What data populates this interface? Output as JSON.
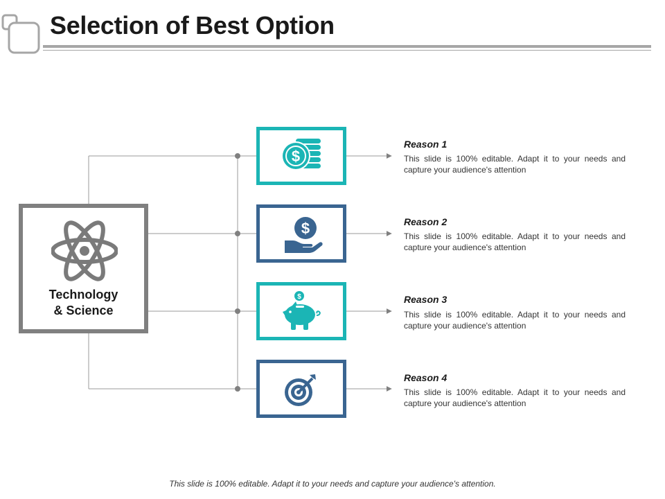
{
  "slide": {
    "title": "Selection of Best Option",
    "footer": "This slide is 100% editable. Adapt it to your needs and capture your audience's attention."
  },
  "center": {
    "label_line1": "Technology",
    "label_line2": "& Science",
    "icon": "atom-icon"
  },
  "reasons": [
    {
      "title": "Reason 1",
      "description": "This slide is 100% editable. Adapt it to your needs and capture your audience's attention",
      "icon": "coins-icon",
      "border_color": "#1bb5b5"
    },
    {
      "title": "Reason 2",
      "description": "This slide is 100% editable. Adapt it to your needs and capture your audience's attention",
      "icon": "money-hand-icon",
      "border_color": "#3a6591"
    },
    {
      "title": "Reason 3",
      "description": "This slide is 100% editable. Adapt it to your needs and capture your audience's attention",
      "icon": "piggy-bank-icon",
      "border_color": "#1bb5b5"
    },
    {
      "title": "Reason 4",
      "description": "This slide is 100% editable. Adapt it to your needs and capture your audience's attention",
      "icon": "target-icon",
      "border_color": "#3a6591"
    }
  ],
  "colors": {
    "teal": "#1bb5b5",
    "blue": "#3a6591",
    "gray": "#808080",
    "line": "#999999"
  }
}
